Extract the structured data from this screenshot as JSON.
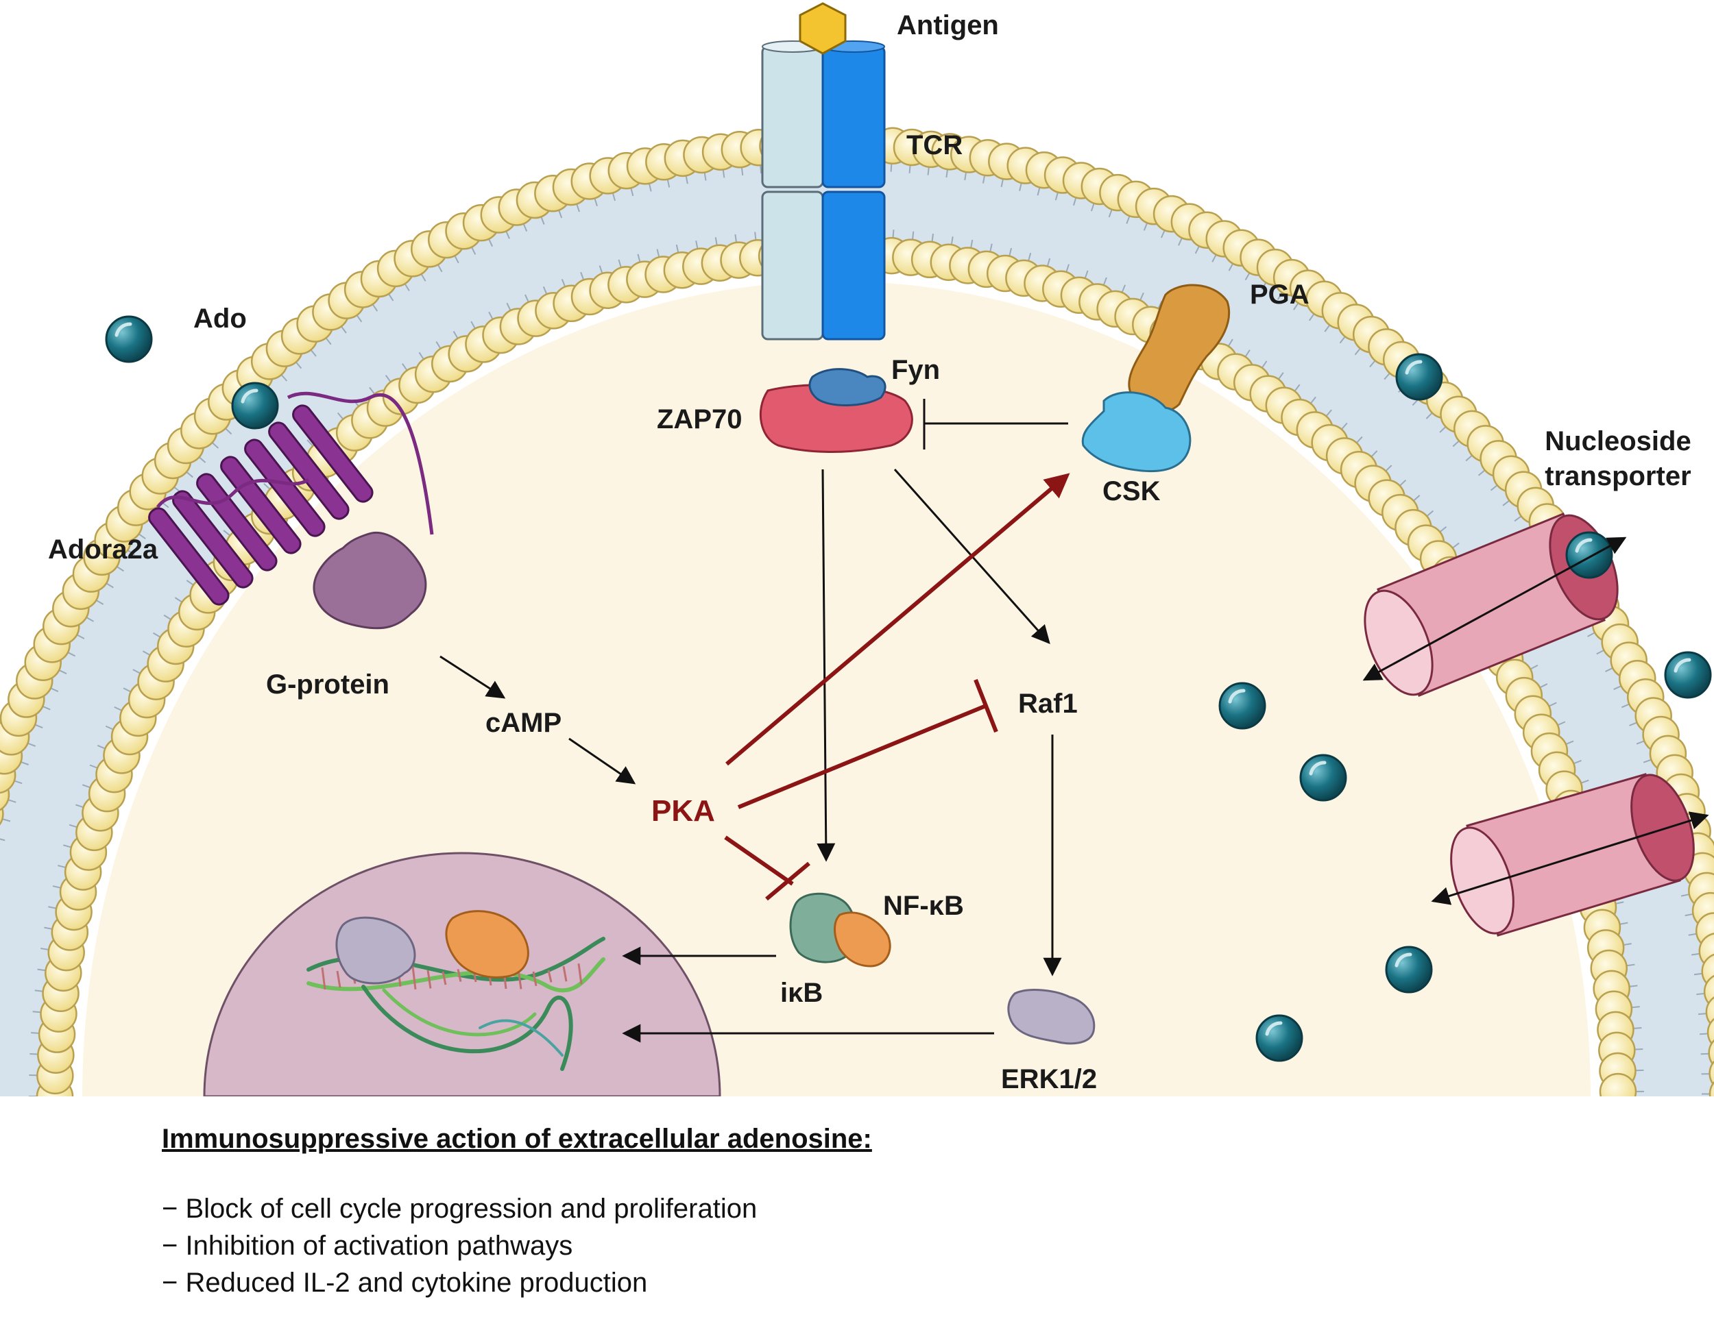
{
  "labels": {
    "antigen": "Antigen",
    "tcr": "TCR",
    "ado": "Ado",
    "pga": "PGA",
    "fyn": "Fyn",
    "zap70": "ZAP70",
    "csk": "CSK",
    "nucleoside_transporter_1": "Nucleoside",
    "nucleoside_transporter_2": "transporter",
    "adora2a": "Adora2a",
    "g_protein": "G-protein",
    "camp": "cAMP",
    "pka": "PKA",
    "raf1": "Raf1",
    "nfkb": "NF-κB",
    "ikb": "iκB",
    "erk": "ERK1/2"
  },
  "caption": {
    "title": "Immunosuppressive action of extracellular adenosine:",
    "items": [
      "− Block of cell cycle progression and proliferation",
      "− Inhibition of activation pathways",
      "− Reduced IL-2 and cytokine production"
    ]
  },
  "colors": {
    "cytoplasm": "#fdf5e4",
    "lipid_head": "#f7e9a8",
    "membrane_tail": "#d6e2ec",
    "inhibition": "#8b1414",
    "tcr_light": "#cde3ea",
    "tcr_dark": "#1e88e8",
    "antigen": "#f4c430",
    "adenosine": "#1a7384",
    "adora2a": "#7a2a80",
    "g_protein": "#9b7098",
    "zap70": "#e25a6e",
    "fyn": "#4a86c0",
    "pga": "#d99a40",
    "csk": "#5cc0e8",
    "transporter": "#d9748a",
    "nucleus": "#d7b8c8"
  }
}
